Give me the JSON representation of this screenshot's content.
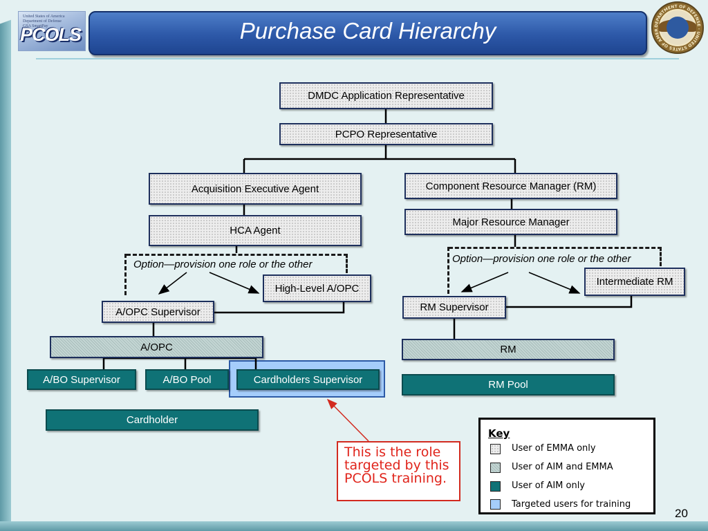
{
  "header": {
    "title": "Purchase Card Hierarchy",
    "logo_text": "PCOLS",
    "logo_fine_print": "United States of America\nDepartment of Defense\nGSA SmartPay",
    "seal_text": "DEPARTMENT OF DEFENSE · UNITED STATES OF AMERICA"
  },
  "nodes": {
    "dmdc": "DMDC Application Representative",
    "pcpo": "PCPO Representative",
    "acq_exec": "Acquisition Executive Agent",
    "hca": "HCA Agent",
    "comp_rm": "Component Resource Manager (RM)",
    "major_rm": "Major Resource Manager",
    "high_aopc": "High-Level A/OPC",
    "aopc_sup": "A/OPC Supervisor",
    "aopc": "A/OPC",
    "abo_sup": "A/BO Supervisor",
    "abo_pool": "A/BO Pool",
    "card_sup": "Cardholders Supervisor",
    "cardholder": "Cardholder",
    "int_rm": "Intermediate RM",
    "rm_sup": "RM Supervisor",
    "rm": "RM",
    "rm_pool": "RM Pool"
  },
  "options": {
    "left": "Option—provision one role or the other",
    "right": "Option—provision one role or the other"
  },
  "callout": "This is the role targeted by this PCOLS training.",
  "key": {
    "title": "Key",
    "items": [
      {
        "label": "User of EMMA only",
        "color": "#ededed"
      },
      {
        "label": "User of AIM and EMMA",
        "color": "#b6cac8"
      },
      {
        "label": "User of AIM only",
        "color": "#0f7276"
      },
      {
        "label": "Targeted users for training",
        "color": "#a5cdfb"
      }
    ]
  },
  "page_number": "20",
  "colors": {
    "title_bar": "#2d58a8",
    "emma_only": "#ededed",
    "aim_and_emma": "#b6cac8",
    "aim_only": "#0f7276",
    "targeted": "#a5cdfb",
    "callout_red": "#e0241b"
  }
}
